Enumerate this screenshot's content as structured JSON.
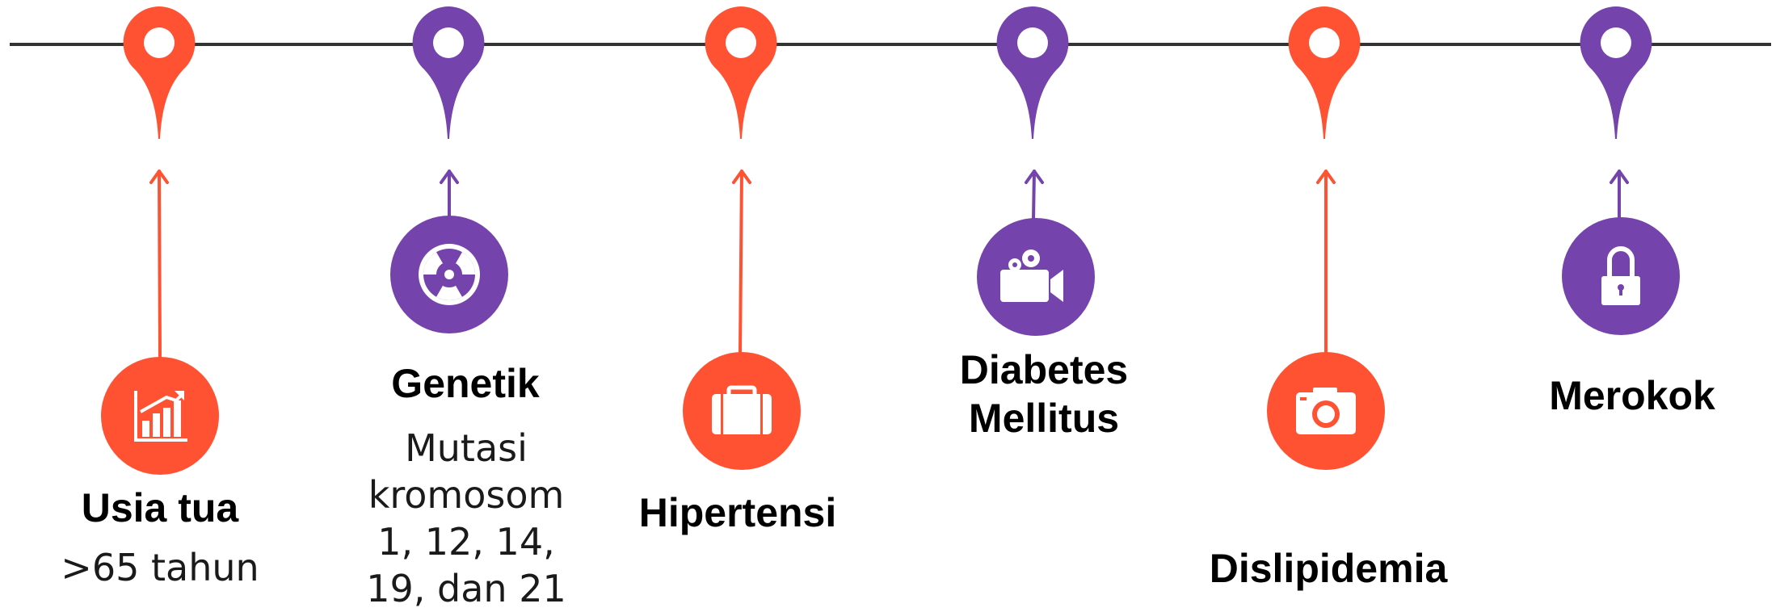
{
  "colors": {
    "orange": "#FF5233",
    "purple": "#7444AC",
    "line": "#333333",
    "white": "#FFFFFF"
  },
  "items": [
    {
      "title": "Usia tua",
      "subtitle": ">65 tahun",
      "color": "orange",
      "icon": "bar-chart-icon"
    },
    {
      "title": "Genetik",
      "subtitle": "Mutasi kromosom 1, 12, 14, 19, dan 21",
      "color": "purple",
      "icon": "radiation-icon"
    },
    {
      "title": "Hipertensi",
      "subtitle": "",
      "color": "orange",
      "icon": "briefcase-icon"
    },
    {
      "title": "Diabetes Mellitus",
      "subtitle": "",
      "color": "purple",
      "icon": "video-camera-icon"
    },
    {
      "title": "Dislipidemia",
      "subtitle": "",
      "color": "orange",
      "icon": "camera-icon"
    },
    {
      "title": "Merokok",
      "subtitle": "",
      "color": "purple",
      "icon": "padlock-icon"
    }
  ]
}
